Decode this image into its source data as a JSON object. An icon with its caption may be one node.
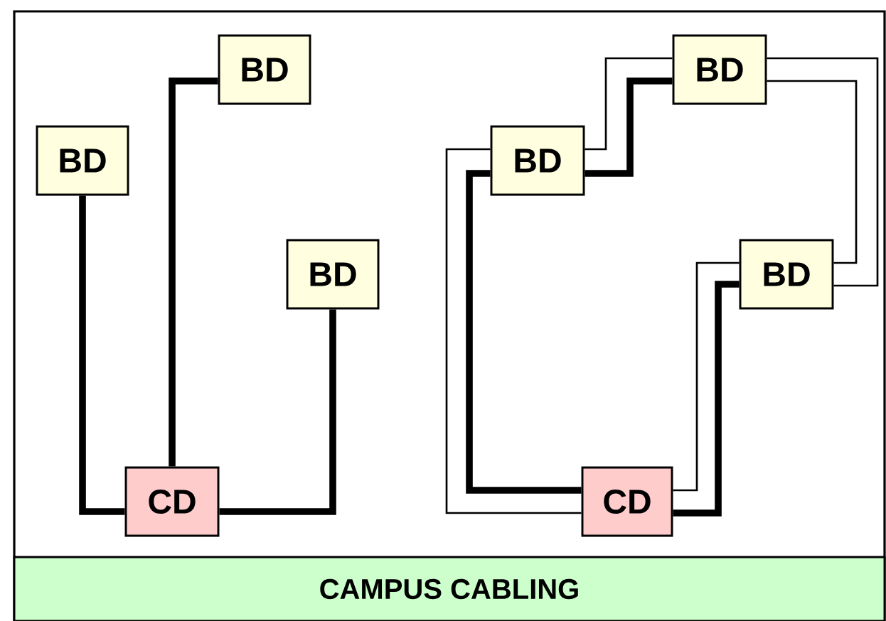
{
  "diagram": {
    "nodes": [
      {
        "text": [
          "BD"
        ]
      },
      {
        "text": [
          "BD"
        ]
      },
      {
        "text": [
          "BD"
        ]
      },
      {
        "text": [
          "CD"
        ]
      },
      {
        "text": [
          "BD"
        ]
      },
      {
        "text": [
          "BD"
        ]
      },
      {
        "text": [
          "BD"
        ]
      },
      {
        "text": [
          "CD"
        ]
      },
      {
        "text": [
          "CAMPUS CABLING"
        ]
      }
    ],
    "edges": [
      {
        "from": 3,
        "to": 0,
        "arrow": "none"
      },
      {
        "from": 3,
        "to": 1,
        "arrow": "none"
      },
      {
        "from": 3,
        "to": 2,
        "arrow": "none"
      },
      {
        "from": 4,
        "to": 5,
        "arrow": "none"
      },
      {
        "from": 4,
        "to": 5,
        "arrow": "none"
      },
      {
        "from": 5,
        "to": 6,
        "arrow": "none"
      },
      {
        "from": 5,
        "to": 6,
        "arrow": "none"
      },
      {
        "from": 6,
        "to": 7,
        "arrow": "none"
      },
      {
        "from": 6,
        "to": 7,
        "arrow": "none"
      },
      {
        "from": 4,
        "to": 7,
        "arrow": "none"
      },
      {
        "from": 4,
        "to": 7,
        "arrow": "none"
      }
    ]
  }
}
